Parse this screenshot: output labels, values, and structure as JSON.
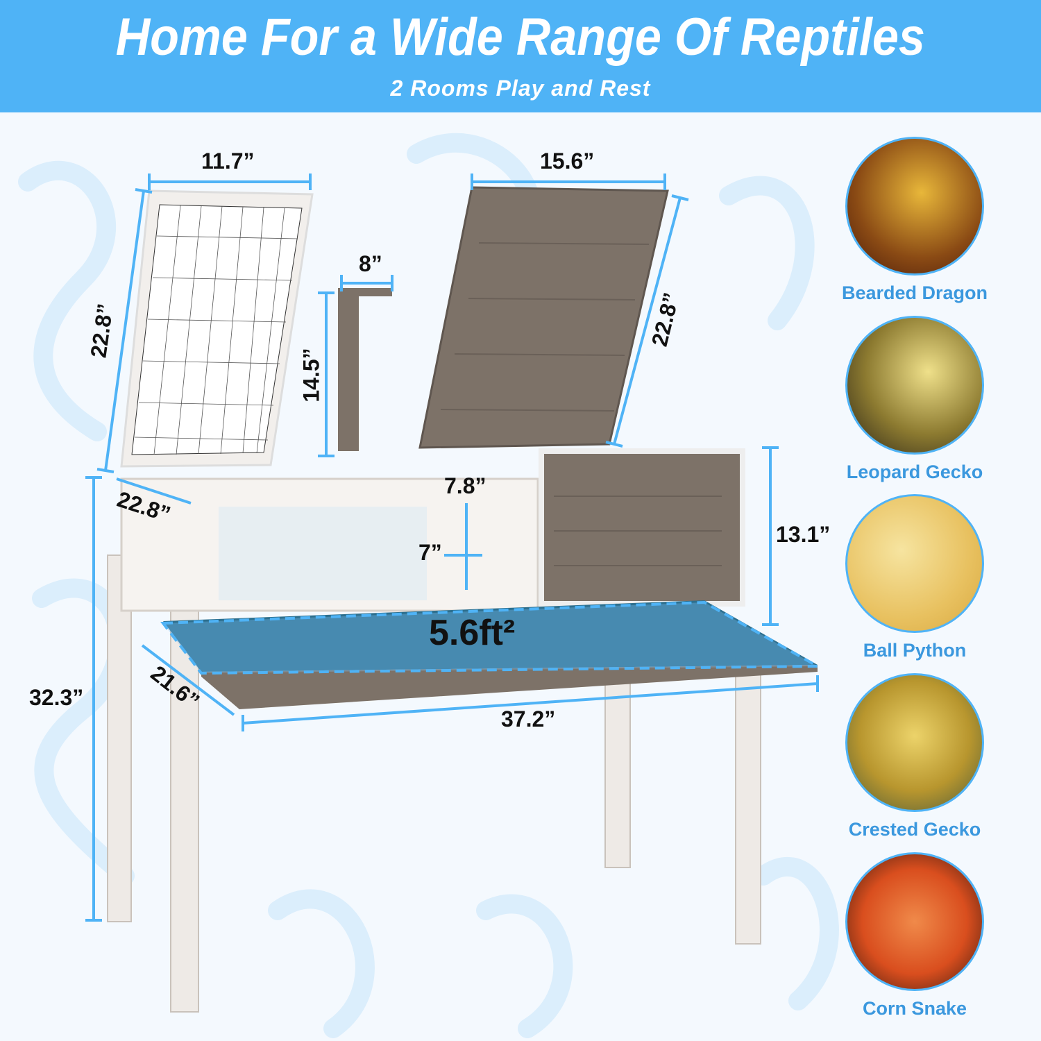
{
  "header": {
    "title": "Home For a Wide Range Of Reptiles",
    "subtitle": "2 Rooms Play and Rest"
  },
  "dimensions": {
    "mesh_lid_width": "11.7”",
    "solid_lid_width": "15.6”",
    "ramp_width": "8”",
    "mesh_lid_height": "22.8”",
    "ramp_height": "14.5”",
    "solid_lid_height": "22.8”",
    "middle_width": "7.8”",
    "side_depth": "22.8”",
    "door_width": "7”",
    "cabin_height": "13.1”",
    "floor_area": "5.6ft²",
    "tray_depth": "21.6”",
    "leg_height": "32.3”",
    "total_width": "37.2”"
  },
  "animals": [
    {
      "label": "Bearded Dragon",
      "color": "#c98a1e"
    },
    {
      "label": "Leopard Gecko",
      "color": "#d8c25a"
    },
    {
      "label": "Ball Python",
      "color": "#e9c76a"
    },
    {
      "label": "Crested Gecko",
      "color": "#d9b93a"
    },
    {
      "label": "Corn Snake",
      "color": "#e0622a"
    }
  ],
  "colors": {
    "accent": "#4fb3f6",
    "wood": "#7d7268",
    "tray": "#2d6f8e"
  }
}
